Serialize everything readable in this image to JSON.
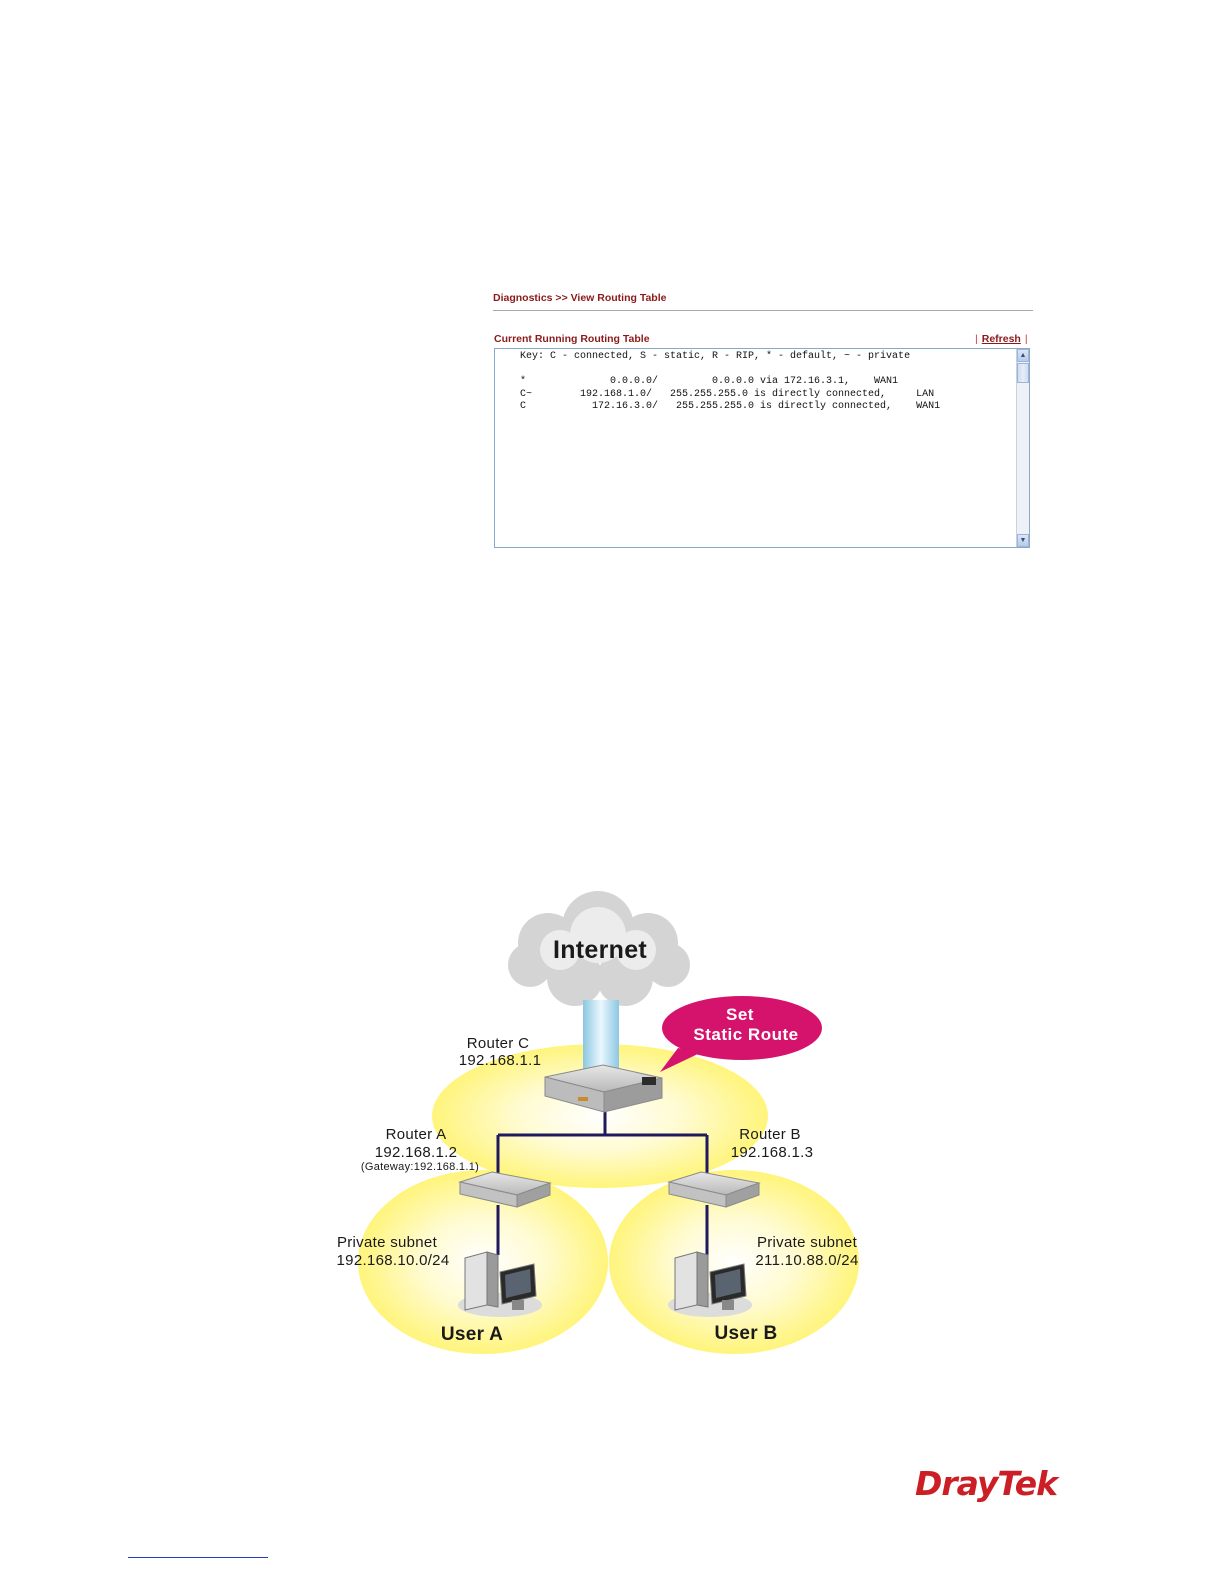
{
  "routing_page": {
    "breadcrumb": "Diagnostics >> View Routing Table",
    "table_title": "Current Running Routing Table",
    "refresh_label": "Refresh",
    "separator": "|",
    "routing_lines": [
      "Key: C - connected, S - static, R - RIP, * - default, ~ - private",
      "",
      "*              0.0.0.0/         0.0.0.0 via 172.16.3.1,    WAN1",
      "C~        192.168.1.0/   255.255.255.0 is directly connected,     LAN",
      "C           172.16.3.0/   255.255.255.0 is directly connected,    WAN1"
    ]
  },
  "diagram": {
    "internet": "Internet",
    "callout_line1": "Set",
    "callout_line2": "Static Route",
    "router_c_name": "Router C",
    "router_c_ip": "192.168.1.1",
    "router_a_name": "Router A",
    "router_a_ip": "192.168.1.2",
    "router_a_gateway": "(Gateway:192.168.1.1)",
    "router_b_name": "Router B",
    "router_b_ip": "192.168.1.3",
    "subnet_a_label": "Private subnet",
    "subnet_a_ip": "192.168.10.0/24",
    "subnet_b_label": "Private subnet",
    "subnet_b_ip": "211.10.88.0/24",
    "user_a": "User A",
    "user_b": "User B",
    "colors": {
      "zone": "#fff36a",
      "callout": "#d6136c",
      "link": "#1f1a5e",
      "uplink": "#a9d6ea"
    }
  },
  "footer": {
    "logo": "DrayTek"
  }
}
